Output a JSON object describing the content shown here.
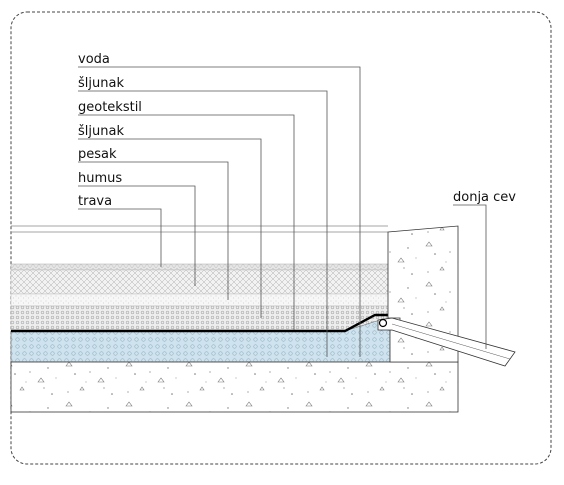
{
  "labels": {
    "voda": "voda",
    "sljunak_top": "šljunak",
    "geotekstil": "geotekstil",
    "sljunak": "šljunak",
    "pesak": "pesak",
    "humus": "humus",
    "trava": "trava",
    "donja_cev": "donja cev"
  },
  "colors": {
    "frame": "#444444",
    "water": "#cfe3ee",
    "line": "#000000",
    "leader": "#555555"
  }
}
